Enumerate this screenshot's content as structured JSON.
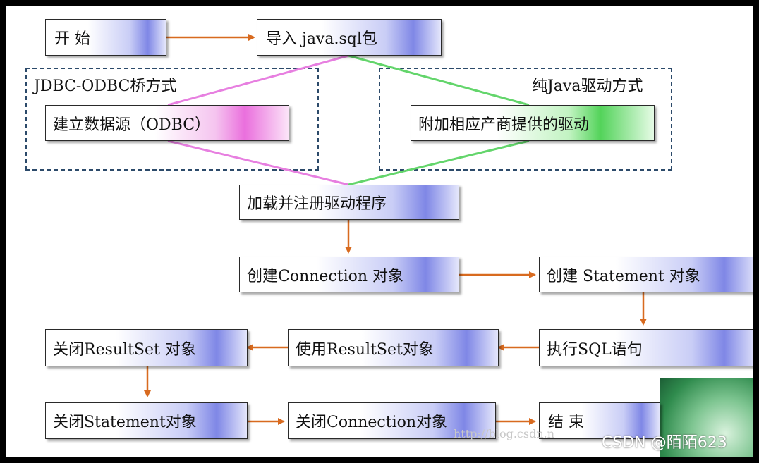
{
  "nodes": {
    "start": "开  始",
    "import": "导入 java.sql包",
    "datasource": "建立数据源（ODBC）",
    "vendor_driver": "附加相应产商提供的驱动",
    "load_driver": "加载并注册驱动程序",
    "create_conn": "创建Connection 对象",
    "create_stmt": "创建 Statement 对象",
    "exec_sql": "执行SQL语句",
    "use_rs": "使用ResultSet对象",
    "close_rs": "关闭ResultSet 对象",
    "close_stmt": "关闭Statement对象",
    "close_conn": "关闭Connection对象",
    "end": "结  束"
  },
  "groups": {
    "jdbc_odbc": "JDBC-ODBC桥方式",
    "pure_java": "纯Java驱动方式"
  },
  "watermark": "CSDN @陌陌623",
  "faint_url": "http://blog.csdn.n",
  "colors": {
    "arrow": "#d86a1f",
    "pink_line": "#e77fe0",
    "green_line": "#63d56b",
    "dash_border": "#2c4a6a"
  }
}
